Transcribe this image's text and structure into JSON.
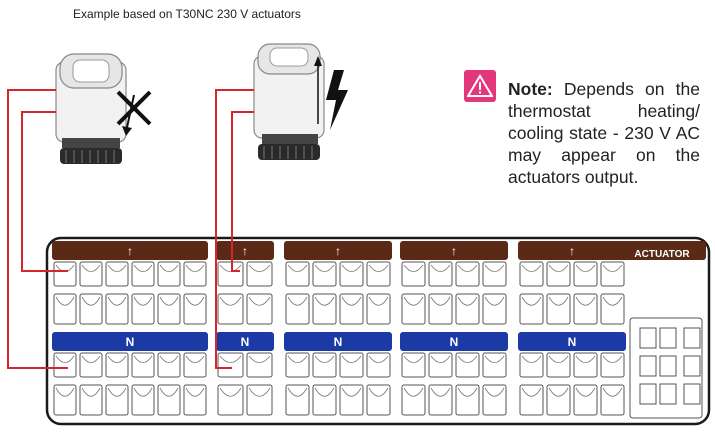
{
  "caption": "Example based on T30NC 230 V actuators",
  "note": {
    "title": "Note:",
    "text": "Depends on the thermostat heating/ cooling state - 230 V AC may appear on the actuators output.",
    "icon": "warning-icon",
    "icon_color": "#e2377a"
  },
  "panel": {
    "actuator_label": "ACTUATOR",
    "brown_arrow": "↑",
    "blue_label": "N",
    "brown_color": "#5a2a16",
    "blue_color": "#1b3aa6"
  },
  "wire_color": "#d7262b"
}
